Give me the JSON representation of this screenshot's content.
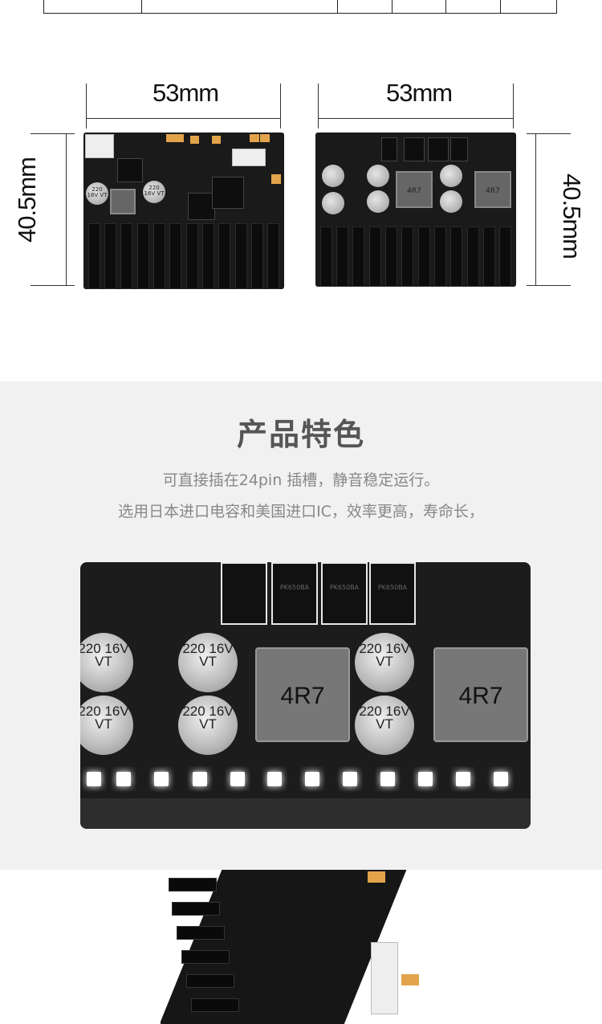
{
  "dimensions": {
    "width_front": "53mm",
    "width_back": "53mm",
    "height_front": "40.5mm",
    "height_back": "40.5mm"
  },
  "features": {
    "title": "产品特色",
    "line1": "可直接插在24pin 插槽，静音稳定运行。",
    "line2": "选用日本进口电容和美国进口IC，效率更高，寿命长，"
  },
  "components": {
    "cap_text": "220 16V VT",
    "coil_text": "4R7",
    "chip_text": "PK650BA"
  },
  "colors": {
    "section_bg": "#f2f1f1",
    "board": "#1a1a1a",
    "smd_orange": "#e3a34b"
  }
}
